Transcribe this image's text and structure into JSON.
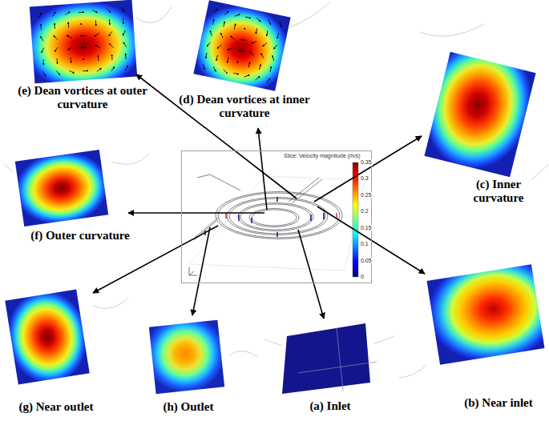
{
  "diagram": {
    "nodes": [
      {
        "text": [
          "Slice: Velocity magnitude (m/s)"
        ]
      },
      {
        "text": [
          "(a) Inlet"
        ]
      },
      {
        "text": [
          "(b) Near inlet"
        ]
      },
      {
        "text": [
          "(c) Inner curvature"
        ]
      },
      {
        "text": [
          "(d) Dean vortices at inner curvature"
        ]
      },
      {
        "text": [
          "(e) Dean vortices at outer curvature"
        ]
      },
      {
        "text": [
          "(f) Outer curvature"
        ]
      },
      {
        "text": [
          "(g) Near outlet"
        ]
      },
      {
        "text": [
          "(h) Outlet"
        ]
      }
    ],
    "edges": [
      {
        "from": 0,
        "to": 1,
        "arrow": "to"
      },
      {
        "from": 0,
        "to": 2,
        "arrow": "to"
      },
      {
        "from": 0,
        "to": 3,
        "arrow": "to"
      },
      {
        "from": 0,
        "to": 4,
        "arrow": "to"
      },
      {
        "from": 0,
        "to": 5,
        "arrow": "to"
      },
      {
        "from": 0,
        "to": 6,
        "arrow": "to"
      },
      {
        "from": 0,
        "to": 7,
        "arrow": "to"
      },
      {
        "from": 0,
        "to": 8,
        "arrow": "to"
      }
    ],
    "labels": [
      "0.35",
      "0.3",
      "0.25",
      "0.2",
      "0.15",
      "0.1",
      "0.05",
      "0"
    ]
  }
}
